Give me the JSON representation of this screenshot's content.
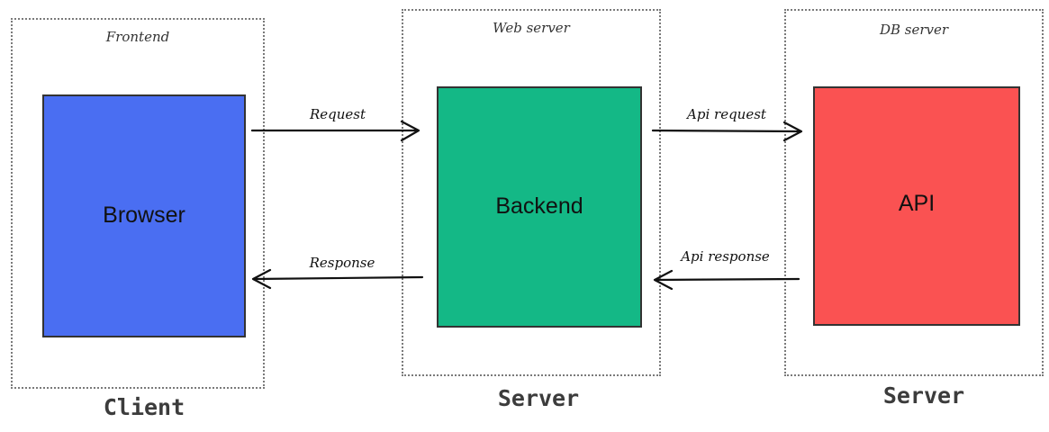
{
  "groups": {
    "frontend": {
      "title": "Frontend",
      "caption": "Client"
    },
    "web_server": {
      "title": "Web server",
      "caption": "Server"
    },
    "db_server": {
      "title": "DB server",
      "caption": "Server"
    }
  },
  "nodes": {
    "browser": {
      "label": "Browser",
      "color": "#4A6EF2"
    },
    "backend": {
      "label": "Backend",
      "color": "#14B886"
    },
    "api": {
      "label": "API",
      "color": "#FA5252"
    }
  },
  "edges": {
    "request": "Request",
    "response": "Response",
    "api_request": "Api request",
    "api_response": "Api response"
  }
}
